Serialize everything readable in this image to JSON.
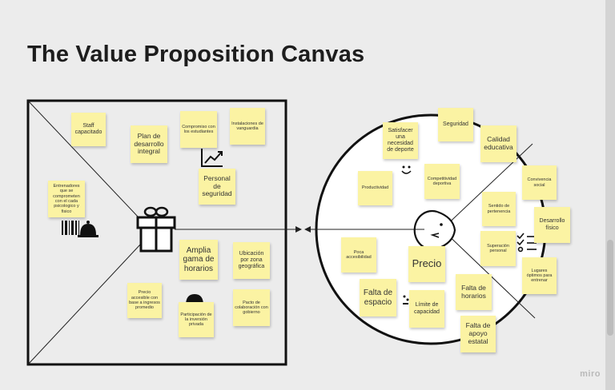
{
  "title": "The Value Proposition Canvas",
  "brand": "miro",
  "icons": [
    "gift-icon",
    "chart-icon",
    "cake-icon",
    "barcode-icon",
    "bell-icon",
    "face-icon",
    "smile-icon",
    "checklist-icon",
    "ellipse-icon"
  ],
  "colors": {
    "sticky": "#fbf3a3",
    "ink": "#1d1d1d",
    "background": "#ececec"
  },
  "notes": {
    "staff": "Staff capacitado",
    "plan": "Plan de desarrollo integral",
    "compromiso": "Compromiso con los estudiantes",
    "instalaciones": "Instalaciones de vanguardia",
    "personal": "Personal de seguridad",
    "entrenadores": "Entrenadores que se comprometen con el cada psicologico y fisico",
    "horarios_amplia": "Amplia gama de horarios",
    "ubicacion": "Ubicación por zona geográfica",
    "precio_accesible": "Precio accesible con base a ingresos promedio",
    "participacion": "Participación de la inversión privada",
    "pacto": "Pacto de colaboración con gobierno",
    "satisfacer": "Satisfacer una necesidad de deporte",
    "seguridad": "Seguridad",
    "calidad": "Calidad educativa",
    "productividad": "Productividad",
    "competitividad": "Competitividad deportiva",
    "convivencia": "Convivencia social",
    "sentido": "Sentido de pertenencia",
    "desarrollo": "Desarrollo físico",
    "superacion": "Superación personal",
    "lugares": "Lugares óptimos para entrenar",
    "poca": "Poca accesibilidad",
    "precio": "Precio",
    "falta_espacio": "Falta de espacio",
    "limite": "Límite de capacidad",
    "falta_horarios": "Falta de horarios",
    "falta_apoyo": "Falta de apoyo estatal"
  }
}
